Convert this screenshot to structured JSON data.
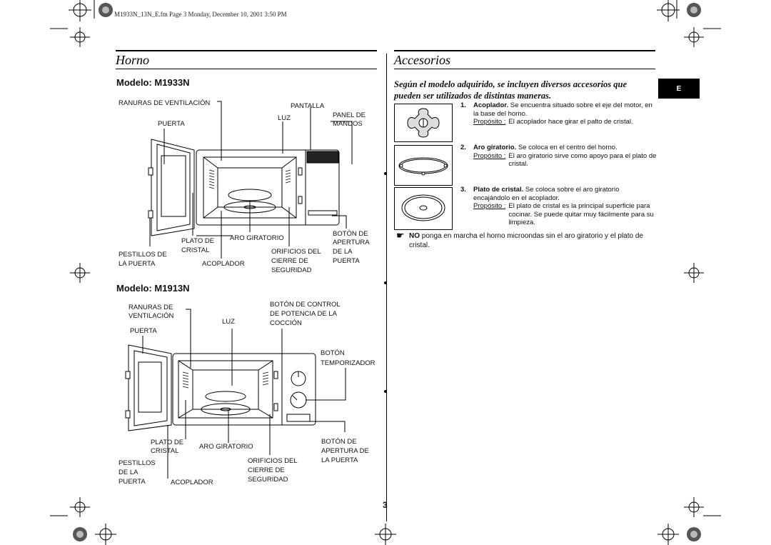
{
  "header_line": "M1933N_13N_E.fm  Page 3  Monday, December 10, 2001  3:50 PM",
  "sections": {
    "oven_title": "Horno",
    "accessories_title": "Accesorios"
  },
  "language_tab": "E",
  "page_number": "3",
  "model_a": {
    "title": "Modelo: M1933N",
    "labels": {
      "vents": "RANURAS DE VENTILACIÓN",
      "display": "PANTALLA",
      "light": "LUZ",
      "panel_1": "PANEL DE",
      "panel_2": "MANDOS",
      "door": "PUERTA",
      "plate_1": "PLATO DE",
      "plate_2": "CRISTAL",
      "ring": "ARO GIRATORIO",
      "latches_1": "PESTILLOS DE",
      "latches_2": "LA PUERTA",
      "coupler": "ACOPLADOR",
      "holes_1": "ORIFICIOS DEL",
      "holes_2": "CIERRE DE",
      "holes_3": "SEGURIDAD",
      "open_1": "BOTÓN DE",
      "open_2": "APERTURA",
      "open_3": "DE LA",
      "open_4": "PUERTA"
    }
  },
  "model_b": {
    "title": "Modelo: M1913N",
    "labels": {
      "vents_1": "RANURAS DE",
      "vents_2": "VENTILACIÓN",
      "light": "LUZ",
      "power_1": "BOTÓN DE CONTROL",
      "power_2": "DE POTENCIA DE LA",
      "power_3": "COCCIÓN",
      "door": "PUERTA",
      "timer_1": "BOTÓN",
      "timer_2": "TEMPORIZADOR",
      "plate_1": "PLATO DE",
      "plate_2": "CRISTAL",
      "ring": "ARO GIRATORIO",
      "open_1": "BOTÓN DE",
      "open_2": "APERTURA DE",
      "open_3": "LA PUERTA",
      "latches_1": "PESTILLOS",
      "latches_2": "DE LA",
      "latches_3": "PUERTA",
      "holes_1": "ORIFICIOS DEL",
      "holes_2": "CIERRE DE",
      "holes_3": "SEGURIDAD",
      "coupler": "ACOPLADOR"
    }
  },
  "intro_text": "Según el modelo adquirido, se incluyen diversos accesorios que pueden ser utilizados de distintas maneras.",
  "accessories": [
    {
      "num": "1.",
      "name": "Acoplador.",
      "desc": "Se encuentra situado sobre el eje del motor, en la base del horno.",
      "purpose_label": "Propósito :",
      "purpose": "El acoplador hace girar el palto de cristal."
    },
    {
      "num": "2.",
      "name": "Aro giratorio.",
      "desc": "Se coloca en el centro del horno.",
      "purpose_label": "Propósito :",
      "purpose": "El aro giratorio sirve como apoyo para el plato de cristal."
    },
    {
      "num": "3.",
      "name": "Plato de cristal.",
      "desc": "Se coloca sobre el aro giratorio encajándolo en el acoplador.",
      "purpose_label": "Propósito :",
      "purpose": "El plato de cristal es la principal superficie para cocinar. Se puede quitar muy fácilmente para su limpieza."
    }
  ],
  "note": {
    "bold": "NO",
    "text": "ponga en marcha el horno microondas sin el aro giratorio y el plato de cristal."
  }
}
